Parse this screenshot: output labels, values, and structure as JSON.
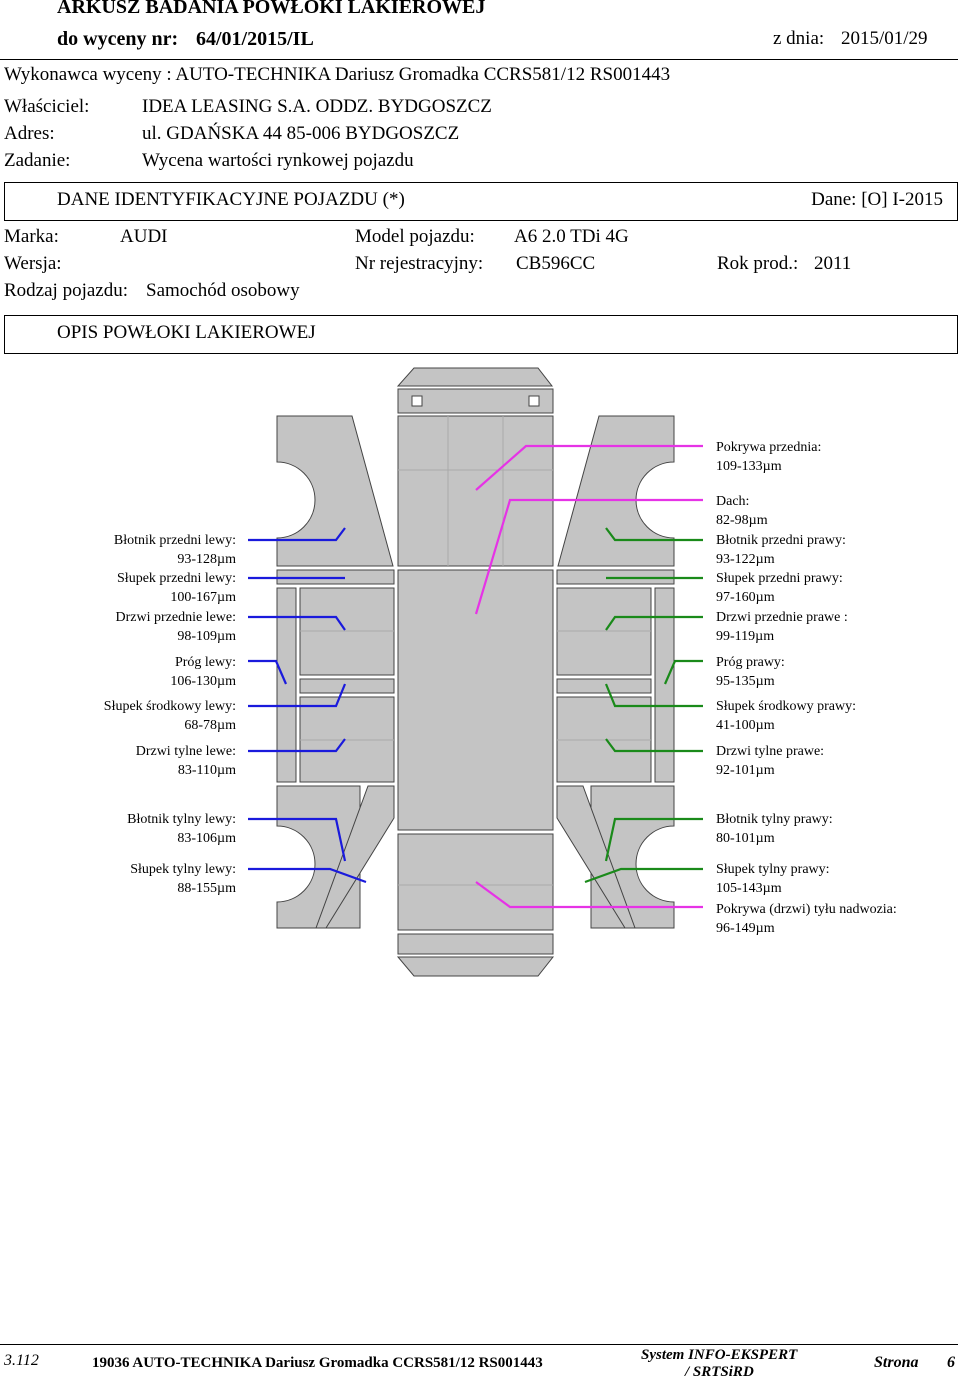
{
  "header": {
    "title": "ARKUSZ BADANIA POWŁOKI LAKIEROWEJ",
    "quote_label": "do wyceny nr:",
    "quote_no": "64/01/2015/IL",
    "date_label": "z dnia:",
    "date": "2015/01/29"
  },
  "contractor": "Wykonawca wyceny : AUTO-TECHNIKA Dariusz Gromadka CCRS581/12 RS001443",
  "owner": {
    "owner_label": "Właściciel:",
    "owner_value": "IDEA LEASING S.A. ODDZ. BYDGOSZCZ",
    "address_label": "Adres:",
    "address_value": "ul. GDAŃSKA 44 85-006 BYDGOSZCZ",
    "task_label": "Zadanie:",
    "task_value": "Wycena wartości rynkowej pojazdu"
  },
  "vehicle_section": {
    "title": "DANE IDENTYFIKACYJNE POJAZDU (*)",
    "data_label": "Dane: [O] I-2015"
  },
  "vehicle": {
    "make_label": "Marka:",
    "make": "AUDI",
    "model_label": "Model pojazdu:",
    "model": "A6 2.0 TDi 4G",
    "version_label": "Wersja:",
    "reg_label": "Nr rejestracyjny:",
    "reg": "CB596CC",
    "year_label": "Rok prod.:",
    "year": "2011",
    "type_label": "Rodzaj pojazdu:",
    "type": "Samochód osobowy"
  },
  "paint_section": {
    "title": "OPIS POWŁOKI LAKIEROWEJ"
  },
  "left_labels": [
    {
      "name": "Błotnik przedni lewy:",
      "value": "93-128µm"
    },
    {
      "name": "Słupek przedni lewy:",
      "value": "100-167µm"
    },
    {
      "name": "Drzwi przednie lewe:",
      "value": "98-109µm"
    },
    {
      "name": "Próg lewy:",
      "value": "106-130µm"
    },
    {
      "name": "Słupek środkowy lewy:",
      "value": "68-78µm"
    },
    {
      "name": "Drzwi tylne lewe:",
      "value": "83-110µm"
    },
    {
      "name": "Błotnik tylny lewy:",
      "value": "83-106µm"
    },
    {
      "name": "Słupek tylny lewy:",
      "value": "88-155µm"
    }
  ],
  "right_labels": [
    {
      "name": "Pokrywa przednia:",
      "value": "109-133µm"
    },
    {
      "name": "Dach:",
      "value": "82-98µm"
    },
    {
      "name": "Błotnik przedni prawy:",
      "value": "93-122µm"
    },
    {
      "name": "Słupek przedni prawy:",
      "value": "97-160µm"
    },
    {
      "name": "Drzwi przednie prawe :",
      "value": "99-119µm"
    },
    {
      "name": "Próg prawy:",
      "value": "95-135µm"
    },
    {
      "name": "Słupek środkowy prawy:",
      "value": "41-100µm"
    },
    {
      "name": "Drzwi tylne prawe:",
      "value": "92-101µm"
    },
    {
      "name": "Błotnik tylny prawy:",
      "value": "80-101µm"
    },
    {
      "name": "Słupek tylny prawy:",
      "value": "105-143µm"
    },
    {
      "name": "Pokrywa (drzwi) tyłu nadwozia:",
      "value": "96-149µm"
    }
  ],
  "colors": {
    "left_lines": "#1a1adc",
    "right_lines": "#1a8a1a",
    "center_lines": "#e633e6",
    "panel": "#c4c4c4"
  },
  "footer": {
    "version": "3.112",
    "company": "19036 AUTO-TECHNIKA Dariusz Gromadka CCRS581/12 RS001443",
    "system_1": "System INFO-EKSPERT",
    "system_2": "/ SRTSiRD",
    "page_label": "Strona",
    "page_no": "6"
  }
}
